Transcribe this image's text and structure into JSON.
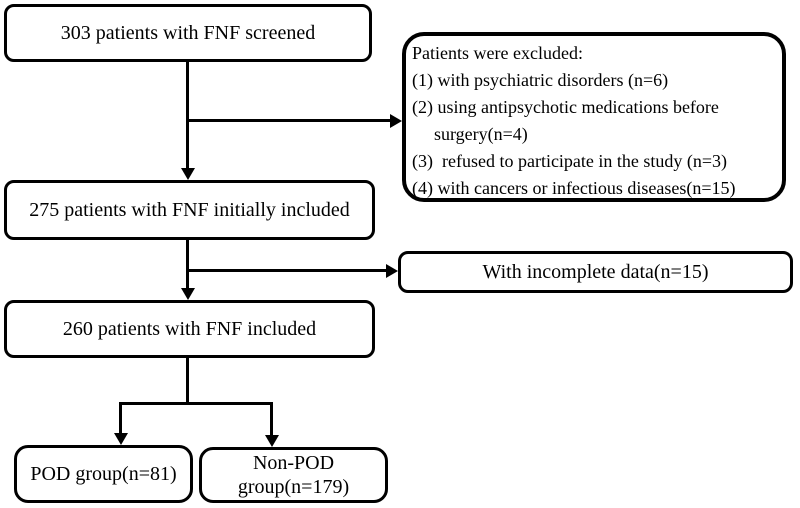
{
  "diagram": {
    "boxes": {
      "screened": "303 patients with FNF screened",
      "excluded_title": "Patients were excluded:",
      "excluded_items": [
        "(1) with psychiatric disorders (n=6)",
        "(2) using antipsychotic medications before",
        "surgery(n=4)",
        "(3)  refused to participate in the study (n=3)",
        "(4) with cancers or infectious diseases(n=15)"
      ],
      "initially_included": "275 patients with FNF initially included",
      "incomplete_data": "With incomplete data(n=15)",
      "included": "260 patients with FNF included",
      "pod_group": "POD group(n=81)",
      "non_pod_group": "Non-POD group(n=179)"
    },
    "colors": {
      "border": "#000000",
      "text": "#000000",
      "background": "#ffffff"
    }
  }
}
